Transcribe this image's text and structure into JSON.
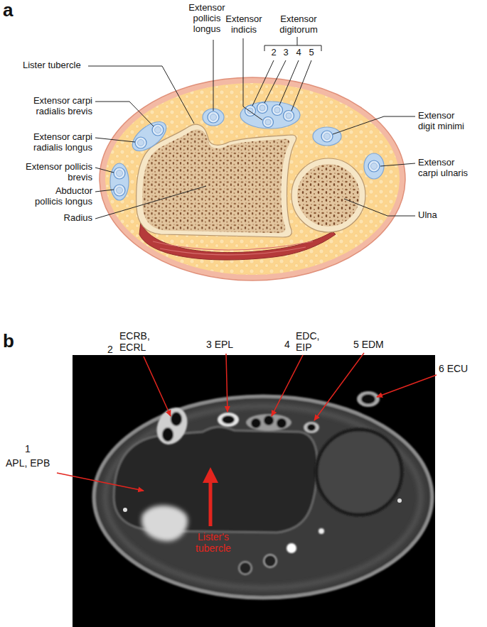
{
  "diagram": {
    "labels": [
      "a",
      "Extensor pollicis longus",
      "Extensor indicis",
      "Extensor digitorum",
      "2",
      "3",
      "4",
      "5",
      "Lister tubercle",
      "Extensor carpi radialis brevis",
      "Extensor carpi radialis longus",
      "Extensor pollicis brevis",
      "Abductor pollicis longus",
      "Radius",
      "Extensor digit minimi",
      "Extensor carpi ulnaris",
      "Ulna",
      "b",
      "2",
      "ECRB, ECRL",
      "3 EPL",
      "4",
      "EDC, EIP",
      "5 EDM",
      "6 ECU",
      "1",
      "APL, EPB",
      "Lister's tubercle"
    ]
  }
}
